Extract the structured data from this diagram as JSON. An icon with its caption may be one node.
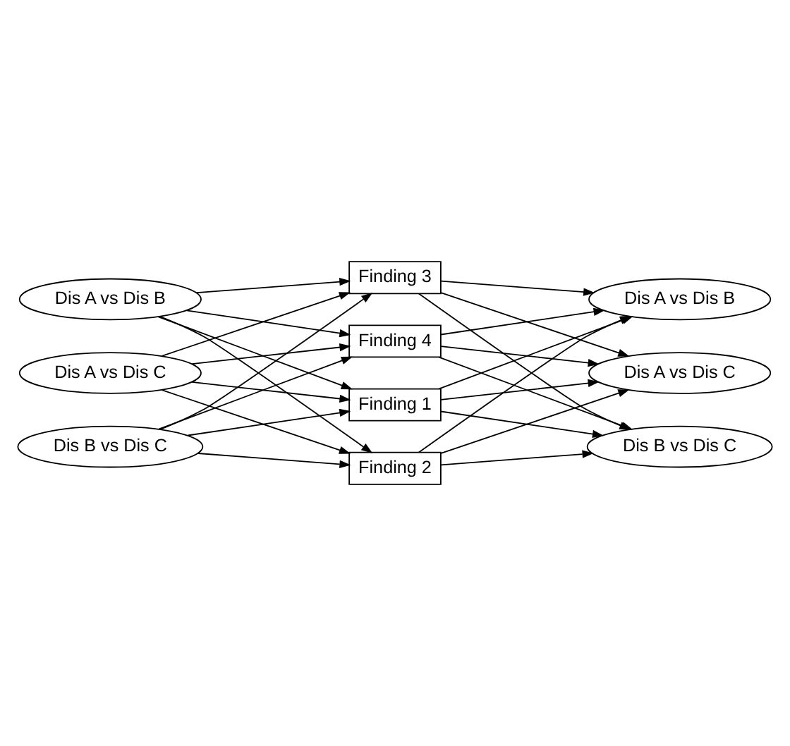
{
  "diagram": {
    "nodes": [
      {
        "text": [
          "Finding 1"
        ]
      },
      {
        "text": [
          "Dis A vs Dis B"
        ]
      },
      {
        "text": [
          "Dis A vs Dis B"
        ]
      },
      {
        "text": [
          "Finding 2"
        ]
      },
      {
        "text": [
          "Dis A vs Dis C"
        ]
      },
      {
        "text": [
          "Dis A vs Dis C"
        ]
      },
      {
        "text": [
          "Finding 3"
        ]
      },
      {
        "text": [
          "Dis B vs Dis C"
        ]
      },
      {
        "text": [
          "Dis B vs Dis C"
        ]
      },
      {
        "text": [
          "Finding 4"
        ]
      }
    ],
    "edges": [
      {
        "from": 1,
        "to": 0,
        "arrow": "to"
      },
      {
        "from": 1,
        "to": 3,
        "arrow": "to"
      },
      {
        "from": 1,
        "to": 6,
        "arrow": "to"
      },
      {
        "from": 1,
        "to": 9,
        "arrow": "to"
      },
      {
        "from": 4,
        "to": 0,
        "arrow": "to"
      },
      {
        "from": 4,
        "to": 3,
        "arrow": "to"
      },
      {
        "from": 4,
        "to": 6,
        "arrow": "to"
      },
      {
        "from": 4,
        "to": 9,
        "arrow": "to"
      },
      {
        "from": 7,
        "to": 0,
        "arrow": "to"
      },
      {
        "from": 7,
        "to": 3,
        "arrow": "to"
      },
      {
        "from": 7,
        "to": 6,
        "arrow": "to"
      },
      {
        "from": 7,
        "to": 9,
        "arrow": "to"
      },
      {
        "from": 0,
        "to": 2,
        "arrow": "to"
      },
      {
        "from": 0,
        "to": 5,
        "arrow": "to"
      },
      {
        "from": 0,
        "to": 8,
        "arrow": "to"
      },
      {
        "from": 3,
        "to": 2,
        "arrow": "to"
      },
      {
        "from": 3,
        "to": 5,
        "arrow": "to"
      },
      {
        "from": 3,
        "to": 8,
        "arrow": "to"
      },
      {
        "from": 6,
        "to": 2,
        "arrow": "to"
      },
      {
        "from": 6,
        "to": 5,
        "arrow": "to"
      },
      {
        "from": 6,
        "to": 8,
        "arrow": "to"
      },
      {
        "from": 9,
        "to": 2,
        "arrow": "to"
      },
      {
        "from": 9,
        "to": 5,
        "arrow": "to"
      },
      {
        "from": 9,
        "to": 8,
        "arrow": "to"
      }
    ]
  }
}
